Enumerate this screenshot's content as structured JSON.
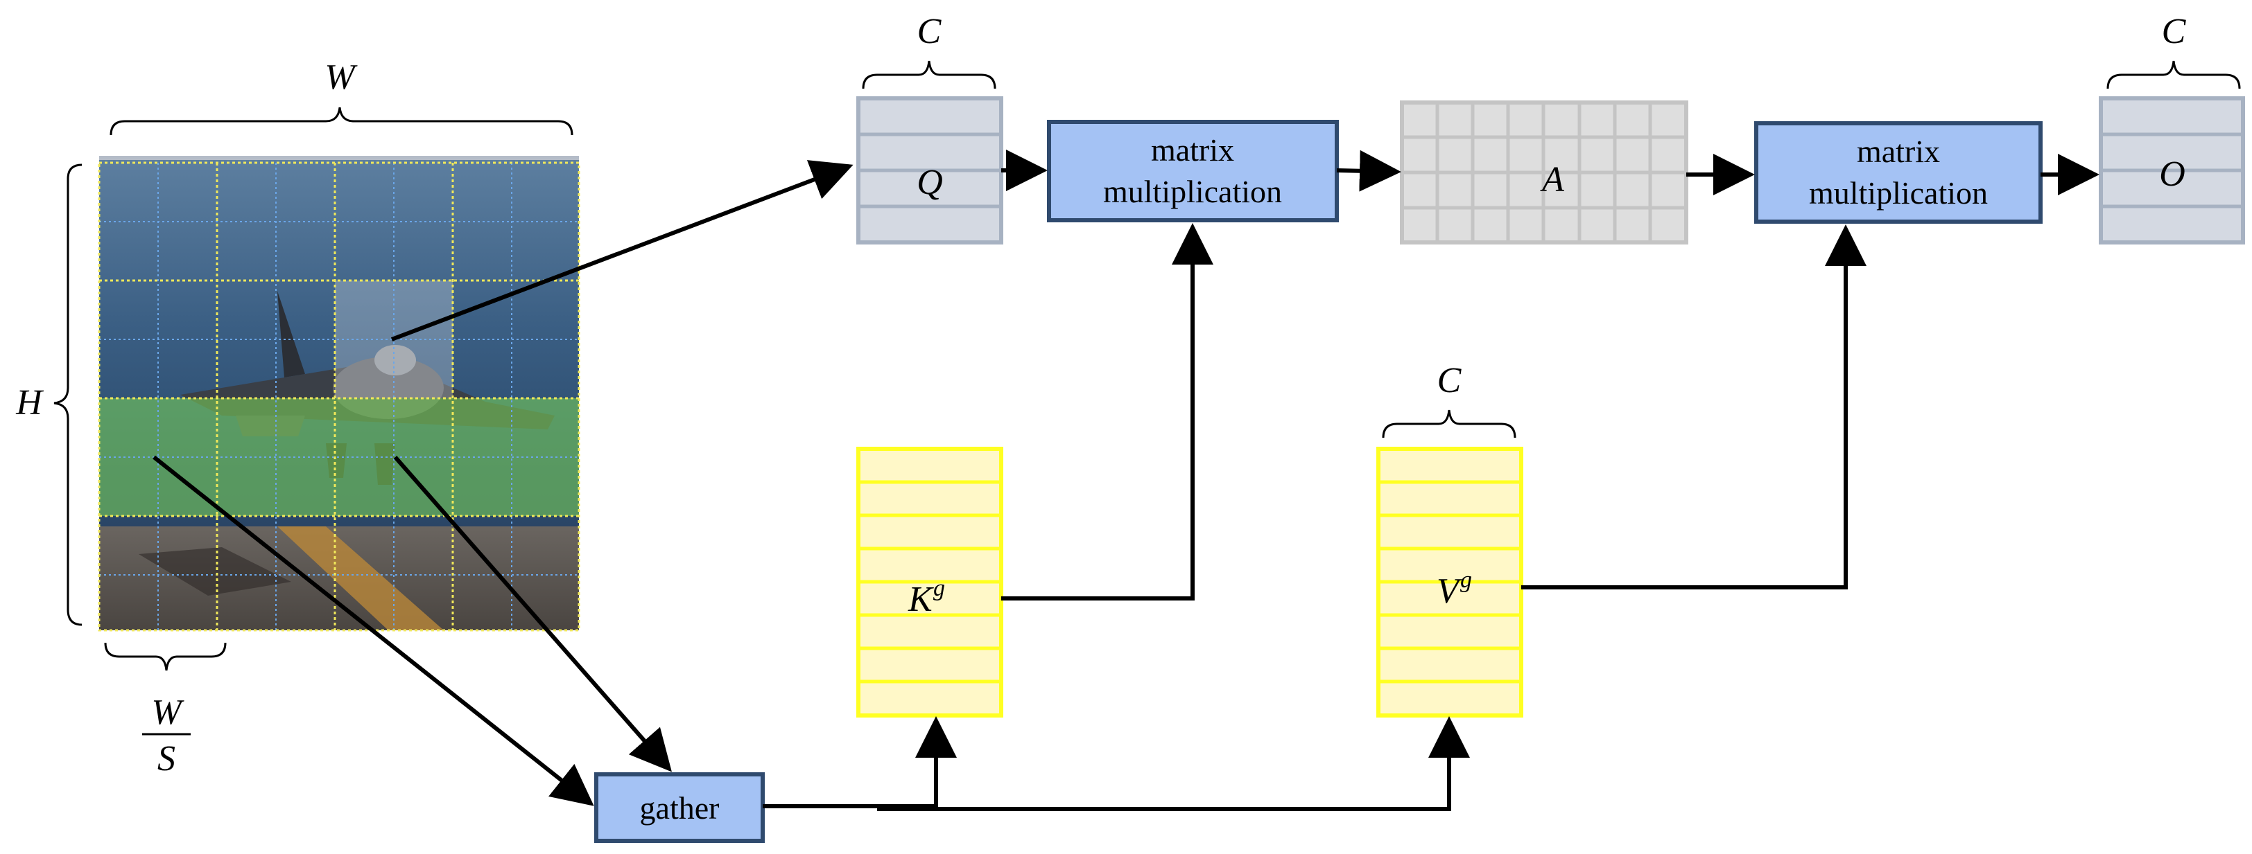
{
  "image_panel": {
    "width_label": "W",
    "height_label": "H",
    "patch_fraction": {
      "numerator": "W",
      "denominator": "S"
    }
  },
  "q_block": {
    "dim_label": "C",
    "label": "Q"
  },
  "matmul_1": {
    "line1": "matrix",
    "line2": "multiplication"
  },
  "a_block": {
    "label": "A"
  },
  "matmul_2": {
    "line1": "matrix",
    "line2": "multiplication"
  },
  "o_block": {
    "dim_label": "C",
    "label": "O"
  },
  "k_block": {
    "label": "K",
    "superscript": "g"
  },
  "v_block": {
    "dim_label": "C",
    "label": "V",
    "superscript": "g"
  },
  "gather_box": {
    "label": "gather"
  },
  "colors": {
    "blue_box_fill": "#a4c2f4",
    "blue_box_stroke": "#2f4a6e",
    "gray_block_fill": "#d4d9e2",
    "gray_block_stroke": "#a7b2c2",
    "attention_fill": "#dedede",
    "attention_stroke": "#c4c4c4",
    "yellow_fill": "#fff8c8",
    "yellow_stroke": "#ffff22",
    "patch_grid": "#f0e85a",
    "token_grid": "#6aa6e8",
    "highlight_green": "#7ed957"
  }
}
